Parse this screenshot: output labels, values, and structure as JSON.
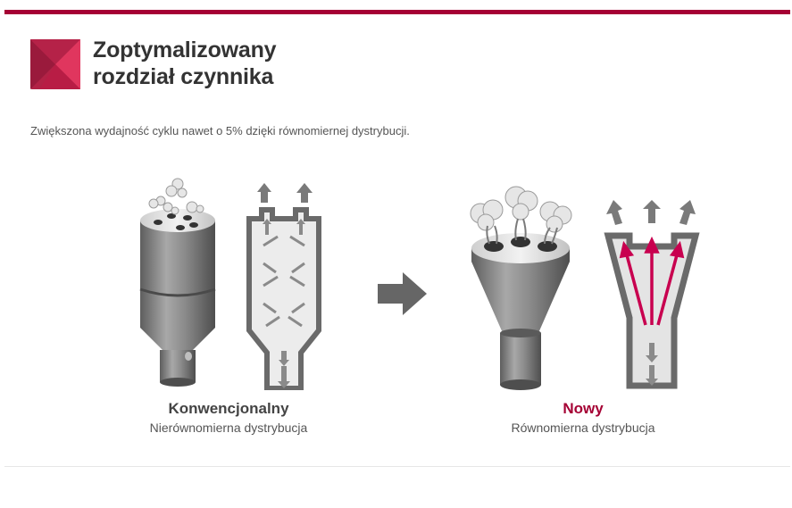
{
  "header": {
    "title_line1": "Zoptymalizowany",
    "title_line2": "rozdział czynnika",
    "description": "Zwiększona wydajność cyklu nawet o 5% dzięki równomiernej dystrybucji.",
    "accent_color": "#a50034"
  },
  "conventional": {
    "label": "Konwencjonalny",
    "sublabel": "Nierównomierna dystrybucja"
  },
  "new": {
    "label": "Nowy",
    "sublabel": "Równomierna dystrybucja",
    "color": "#a50034"
  },
  "icons": {
    "logo": "brand-square-icon",
    "arrow": "right-arrow-icon"
  }
}
